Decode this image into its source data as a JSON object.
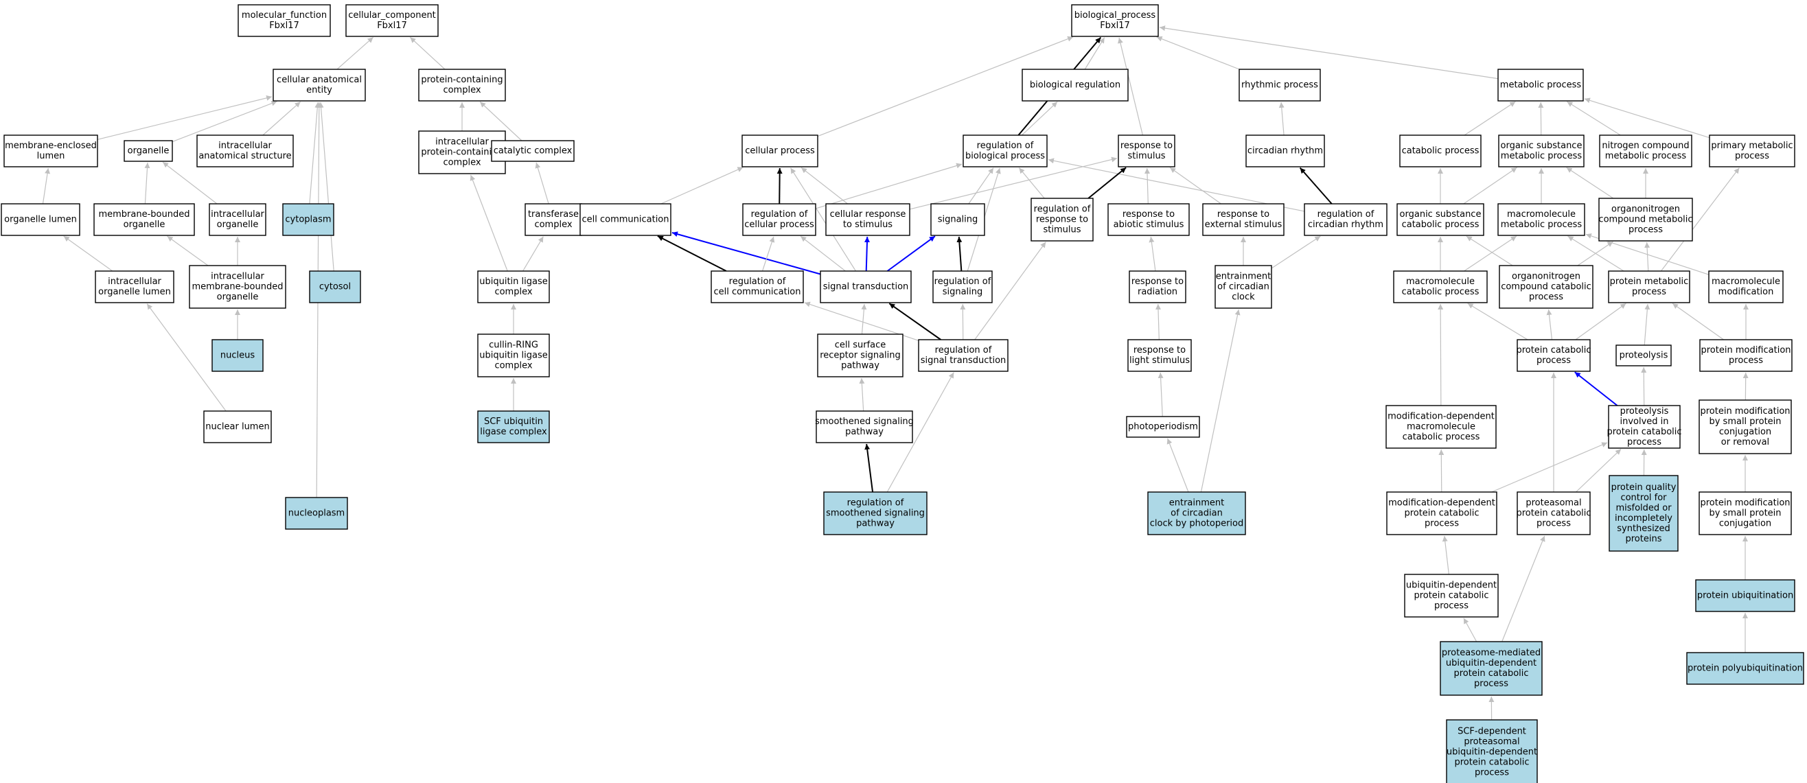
{
  "colors": {
    "node_fill": "#ffffff",
    "highlight_fill": "#add8e6",
    "edge_gray": "#c0c0c0",
    "edge_black": "#000000",
    "edge_blue": "#0000ff"
  },
  "nodes": [
    {
      "id": "mf",
      "lines": [
        "molecular_function",
        "Fbxl17"
      ],
      "hl": false
    },
    {
      "id": "cc",
      "lines": [
        "cellular_component",
        "Fbxl17"
      ],
      "hl": false
    },
    {
      "id": "bp",
      "lines": [
        "biological_process",
        "Fbxl17"
      ],
      "hl": false
    },
    {
      "id": "cae",
      "lines": [
        "cellular anatomical",
        "entity"
      ],
      "hl": false
    },
    {
      "id": "pcc",
      "lines": [
        "protein-containing",
        "complex"
      ],
      "hl": false
    },
    {
      "id": "mel",
      "lines": [
        "membrane-enclosed",
        "lumen"
      ],
      "hl": false
    },
    {
      "id": "organelle",
      "lines": [
        "organelle"
      ],
      "hl": false
    },
    {
      "id": "ias",
      "lines": [
        "intracellular",
        "anatomical structure"
      ],
      "hl": false
    },
    {
      "id": "ipcc",
      "lines": [
        "intracellular",
        "protein-containing",
        "complex"
      ],
      "hl": false
    },
    {
      "id": "catc",
      "lines": [
        "catalytic complex"
      ],
      "hl": false
    },
    {
      "id": "ol",
      "lines": [
        "organelle lumen"
      ],
      "hl": false
    },
    {
      "id": "mbo",
      "lines": [
        "membrane-bounded",
        "organelle"
      ],
      "hl": false
    },
    {
      "id": "io",
      "lines": [
        "intracellular",
        "organelle"
      ],
      "hl": false
    },
    {
      "id": "cytoplasm",
      "lines": [
        "cytoplasm"
      ],
      "hl": true
    },
    {
      "id": "tc",
      "lines": [
        "transferase",
        "complex"
      ],
      "hl": false
    },
    {
      "id": "iol",
      "lines": [
        "intracellular",
        "organelle lumen"
      ],
      "hl": false
    },
    {
      "id": "imbo",
      "lines": [
        "intracellular",
        "membrane-bounded",
        "organelle"
      ],
      "hl": false
    },
    {
      "id": "cytosol",
      "lines": [
        "cytosol"
      ],
      "hl": true
    },
    {
      "id": "ulc",
      "lines": [
        "ubiquitin ligase",
        "complex"
      ],
      "hl": false
    },
    {
      "id": "nucleus",
      "lines": [
        "nucleus"
      ],
      "hl": true
    },
    {
      "id": "crulc",
      "lines": [
        "cullin-RING",
        "ubiquitin ligase",
        "complex"
      ],
      "hl": false
    },
    {
      "id": "nl",
      "lines": [
        "nuclear lumen"
      ],
      "hl": false
    },
    {
      "id": "scf",
      "lines": [
        "SCF ubiquitin",
        "ligase complex"
      ],
      "hl": true
    },
    {
      "id": "np",
      "lines": [
        "nucleoplasm"
      ],
      "hl": true
    },
    {
      "id": "br",
      "lines": [
        "biological regulation"
      ],
      "hl": false
    },
    {
      "id": "rp",
      "lines": [
        "rhythmic process"
      ],
      "hl": false
    },
    {
      "id": "mp",
      "lines": [
        "metabolic process"
      ],
      "hl": false
    },
    {
      "id": "cp",
      "lines": [
        "cellular process"
      ],
      "hl": false
    },
    {
      "id": "rbp",
      "lines": [
        "regulation of",
        "biological process"
      ],
      "hl": false
    },
    {
      "id": "rts",
      "lines": [
        "response to",
        "stimulus"
      ],
      "hl": false
    },
    {
      "id": "cr",
      "lines": [
        "circadian rhythm"
      ],
      "hl": false
    },
    {
      "id": "catp",
      "lines": [
        "catabolic process"
      ],
      "hl": false
    },
    {
      "id": "osmp",
      "lines": [
        "organic substance",
        "metabolic process"
      ],
      "hl": false
    },
    {
      "id": "ncmp",
      "lines": [
        "nitrogen compound",
        "metabolic process"
      ],
      "hl": false
    },
    {
      "id": "pmp",
      "lines": [
        "primary metabolic",
        "process"
      ],
      "hl": false
    },
    {
      "id": "cc2",
      "lines": [
        "cell communication"
      ],
      "hl": false
    },
    {
      "id": "rcp",
      "lines": [
        "regulation of",
        "cellular process"
      ],
      "hl": false
    },
    {
      "id": "crs",
      "lines": [
        "cellular response",
        "to stimulus"
      ],
      "hl": false
    },
    {
      "id": "sig",
      "lines": [
        "signaling"
      ],
      "hl": false
    },
    {
      "id": "rrs",
      "lines": [
        "regulation of",
        "response to",
        "stimulus"
      ],
      "hl": false
    },
    {
      "id": "ras",
      "lines": [
        "response to",
        "abiotic stimulus"
      ],
      "hl": false
    },
    {
      "id": "res",
      "lines": [
        "response to",
        "external stimulus"
      ],
      "hl": false
    },
    {
      "id": "rcr",
      "lines": [
        "regulation of",
        "circadian rhythm"
      ],
      "hl": false
    },
    {
      "id": "oscp",
      "lines": [
        "organic substance",
        "catabolic process"
      ],
      "hl": false
    },
    {
      "id": "mmp",
      "lines": [
        "macromolecule",
        "metabolic process"
      ],
      "hl": false
    },
    {
      "id": "onmp",
      "lines": [
        "organonitrogen",
        "compound metabolic",
        "process"
      ],
      "hl": false
    },
    {
      "id": "rcc",
      "lines": [
        "regulation of",
        "cell communication"
      ],
      "hl": false
    },
    {
      "id": "st",
      "lines": [
        "signal transduction"
      ],
      "hl": false
    },
    {
      "id": "rsig",
      "lines": [
        "regulation of",
        "signaling"
      ],
      "hl": false
    },
    {
      "id": "rtr",
      "lines": [
        "response to",
        "radiation"
      ],
      "hl": false
    },
    {
      "id": "ecc",
      "lines": [
        "entrainment",
        "of circadian",
        "clock"
      ],
      "hl": false
    },
    {
      "id": "mcp",
      "lines": [
        "macromolecule",
        "catabolic process"
      ],
      "hl": false
    },
    {
      "id": "occp",
      "lines": [
        "organonitrogen",
        "compound catabolic",
        "process"
      ],
      "hl": false
    },
    {
      "id": "protmp",
      "lines": [
        "protein metabolic",
        "process"
      ],
      "hl": false
    },
    {
      "id": "mm",
      "lines": [
        "macromolecule",
        "modification"
      ],
      "hl": false
    },
    {
      "id": "csrsp",
      "lines": [
        "cell surface",
        "receptor signaling",
        "pathway"
      ],
      "hl": false
    },
    {
      "id": "rst",
      "lines": [
        "regulation of",
        "signal transduction"
      ],
      "hl": false
    },
    {
      "id": "rtls",
      "lines": [
        "response to",
        "light stimulus"
      ],
      "hl": false
    },
    {
      "id": "pcp",
      "lines": [
        "protein catabolic",
        "process"
      ],
      "hl": false
    },
    {
      "id": "proteolysis",
      "lines": [
        "proteolysis"
      ],
      "hl": false
    },
    {
      "id": "pmodp",
      "lines": [
        "protein modification",
        "process"
      ],
      "hl": false
    },
    {
      "id": "ssp",
      "lines": [
        "smoothened signaling",
        "pathway"
      ],
      "hl": false
    },
    {
      "id": "photo",
      "lines": [
        "photoperiodism"
      ],
      "hl": false
    },
    {
      "id": "mdmcp",
      "lines": [
        "modification-dependent",
        "macromolecule",
        "catabolic process"
      ],
      "hl": false
    },
    {
      "id": "pipcp",
      "lines": [
        "proteolysis",
        "involved in",
        "protein catabolic",
        "process"
      ],
      "hl": false
    },
    {
      "id": "pmsp",
      "lines": [
        "protein modification",
        "by small protein",
        "conjugation",
        "or removal"
      ],
      "hl": false
    },
    {
      "id": "rssp",
      "lines": [
        "regulation of",
        "smoothened signaling",
        "pathway"
      ],
      "hl": true
    },
    {
      "id": "eccp",
      "lines": [
        "entrainment",
        "of circadian",
        "clock by photoperiod"
      ],
      "hl": true
    },
    {
      "id": "mdpcp",
      "lines": [
        "modification-dependent",
        "protein catabolic",
        "process"
      ],
      "hl": false
    },
    {
      "id": "ppcp",
      "lines": [
        "proteasomal",
        "protein catabolic",
        "process"
      ],
      "hl": false
    },
    {
      "id": "pqc",
      "lines": [
        "protein quality",
        "control for",
        "misfolded or",
        "incompletely",
        "synthesized",
        "proteins"
      ],
      "hl": true
    },
    {
      "id": "pmspc",
      "lines": [
        "protein modification",
        "by small protein",
        "conjugation"
      ],
      "hl": false
    },
    {
      "id": "udpcp",
      "lines": [
        "ubiquitin-dependent",
        "protein catabolic",
        "process"
      ],
      "hl": false
    },
    {
      "id": "pu",
      "lines": [
        "protein ubiquitination"
      ],
      "hl": true
    },
    {
      "id": "pmudp",
      "lines": [
        "proteasome-mediated",
        "ubiquitin-dependent",
        "protein catabolic",
        "process"
      ],
      "hl": true
    },
    {
      "id": "ppu",
      "lines": [
        "protein polyubiquitination"
      ],
      "hl": true
    },
    {
      "id": "scfd",
      "lines": [
        "SCF-dependent",
        "proteasomal",
        "ubiquitin-dependent",
        "protein catabolic",
        "process"
      ],
      "hl": true
    }
  ],
  "edges": [
    {
      "from": "cae",
      "to": "cc",
      "c": "g"
    },
    {
      "from": "pcc",
      "to": "cc",
      "c": "g"
    },
    {
      "from": "mel",
      "to": "cae",
      "c": "g"
    },
    {
      "from": "organelle",
      "to": "cae",
      "c": "g"
    },
    {
      "from": "ias",
      "to": "cae",
      "c": "g"
    },
    {
      "from": "cytoplasm",
      "to": "cae",
      "c": "g"
    },
    {
      "from": "cytosol",
      "to": "cae",
      "c": "g"
    },
    {
      "from": "np",
      "to": "cae",
      "c": "g"
    },
    {
      "from": "ol",
      "to": "mel",
      "c": "g"
    },
    {
      "from": "ol",
      "to": "organelle",
      "c": "b"
    },
    {
      "from": "mbo",
      "to": "organelle",
      "c": "g"
    },
    {
      "from": "io",
      "to": "organelle",
      "c": "g"
    },
    {
      "from": "io",
      "to": "ias",
      "c": "b"
    },
    {
      "from": "cytoplasm",
      "to": "ias",
      "c": "b"
    },
    {
      "from": "iol",
      "to": "ol",
      "c": "g"
    },
    {
      "from": "iol",
      "to": "io",
      "c": "b"
    },
    {
      "from": "imbo",
      "to": "mbo",
      "c": "g"
    },
    {
      "from": "imbo",
      "to": "io",
      "c": "g"
    },
    {
      "from": "cytosol",
      "to": "cytoplasm",
      "c": "b"
    },
    {
      "from": "nucleus",
      "to": "imbo",
      "c": "g"
    },
    {
      "from": "nl",
      "to": "nucleus",
      "c": "b"
    },
    {
      "from": "nl",
      "to": "iol",
      "c": "g"
    },
    {
      "from": "np",
      "to": "nl",
      "c": "b"
    },
    {
      "from": "ipcc",
      "to": "pcc",
      "c": "g"
    },
    {
      "from": "catc",
      "to": "pcc",
      "c": "g"
    },
    {
      "from": "tc",
      "to": "catc",
      "c": "g"
    },
    {
      "from": "ulc",
      "to": "ipcc",
      "c": "g"
    },
    {
      "from": "ulc",
      "to": "tc",
      "c": "g"
    },
    {
      "from": "crulc",
      "to": "ulc",
      "c": "g"
    },
    {
      "from": "scf",
      "to": "crulc",
      "c": "g"
    },
    {
      "from": "br",
      "to": "bp",
      "c": "g"
    },
    {
      "from": "rp",
      "to": "bp",
      "c": "g"
    },
    {
      "from": "mp",
      "to": "bp",
      "c": "g"
    },
    {
      "from": "cp",
      "to": "bp",
      "c": "g"
    },
    {
      "from": "rbp",
      "to": "bp",
      "c": "k"
    },
    {
      "from": "rts",
      "to": "bp",
      "c": "g"
    },
    {
      "from": "rbp",
      "to": "br",
      "c": "g"
    },
    {
      "from": "cr",
      "to": "rp",
      "c": "g"
    },
    {
      "from": "catp",
      "to": "mp",
      "c": "g"
    },
    {
      "from": "osmp",
      "to": "mp",
      "c": "g"
    },
    {
      "from": "ncmp",
      "to": "mp",
      "c": "g"
    },
    {
      "from": "pmp",
      "to": "mp",
      "c": "g"
    },
    {
      "from": "cc2",
      "to": "cp",
      "c": "g"
    },
    {
      "from": "rcp",
      "to": "cp",
      "c": "k"
    },
    {
      "from": "crs",
      "to": "cp",
      "c": "g"
    },
    {
      "from": "st",
      "to": "cp",
      "c": "g"
    },
    {
      "from": "rcp",
      "to": "rbp",
      "c": "g"
    },
    {
      "from": "sig",
      "to": "rbp",
      "c": "g"
    },
    {
      "from": "rrs",
      "to": "rbp",
      "c": "g"
    },
    {
      "from": "rcr",
      "to": "rbp",
      "c": "g"
    },
    {
      "from": "rsig",
      "to": "rbp",
      "c": "g"
    },
    {
      "from": "crs",
      "to": "rts",
      "c": "g"
    },
    {
      "from": "rrs",
      "to": "rts",
      "c": "k"
    },
    {
      "from": "ras",
      "to": "rts",
      "c": "g"
    },
    {
      "from": "res",
      "to": "rts",
      "c": "g"
    },
    {
      "from": "rcr",
      "to": "cr",
      "c": "k"
    },
    {
      "from": "oscp",
      "to": "catp",
      "c": "g"
    },
    {
      "from": "oscp",
      "to": "osmp",
      "c": "g"
    },
    {
      "from": "mmp",
      "to": "osmp",
      "c": "g"
    },
    {
      "from": "onmp",
      "to": "osmp",
      "c": "g"
    },
    {
      "from": "onmp",
      "to": "ncmp",
      "c": "g"
    },
    {
      "from": "protmp",
      "to": "pmp",
      "c": "g"
    },
    {
      "from": "rcc",
      "to": "cc2",
      "c": "k"
    },
    {
      "from": "st",
      "to": "cc2",
      "c": "u"
    },
    {
      "from": "rcc",
      "to": "rcp",
      "c": "g"
    },
    {
      "from": "st",
      "to": "rcp",
      "c": "g"
    },
    {
      "from": "st",
      "to": "crs",
      "c": "u"
    },
    {
      "from": "st",
      "to": "sig",
      "c": "u"
    },
    {
      "from": "rsig",
      "to": "sig",
      "c": "k"
    },
    {
      "from": "rst",
      "to": "rrs",
      "c": "g"
    },
    {
      "from": "rtr",
      "to": "ras",
      "c": "g"
    },
    {
      "from": "ecc",
      "to": "res",
      "c": "g"
    },
    {
      "from": "ecc",
      "to": "rcr",
      "c": "g"
    },
    {
      "from": "mcp",
      "to": "oscp",
      "c": "g"
    },
    {
      "from": "mcp",
      "to": "mmp",
      "c": "g"
    },
    {
      "from": "occp",
      "to": "oscp",
      "c": "g"
    },
    {
      "from": "occp",
      "to": "onmp",
      "c": "g"
    },
    {
      "from": "protmp",
      "to": "mmp",
      "c": "g"
    },
    {
      "from": "protmp",
      "to": "onmp",
      "c": "g"
    },
    {
      "from": "mm",
      "to": "mmp",
      "c": "g"
    },
    {
      "from": "csrsp",
      "to": "st",
      "c": "g"
    },
    {
      "from": "rst",
      "to": "st",
      "c": "k"
    },
    {
      "from": "rst",
      "to": "rcc",
      "c": "g"
    },
    {
      "from": "rst",
      "to": "rsig",
      "c": "g"
    },
    {
      "from": "rtls",
      "to": "rtr",
      "c": "g"
    },
    {
      "from": "pcp",
      "to": "mcp",
      "c": "g"
    },
    {
      "from": "pcp",
      "to": "occp",
      "c": "g"
    },
    {
      "from": "pcp",
      "to": "protmp",
      "c": "g"
    },
    {
      "from": "proteolysis",
      "to": "protmp",
      "c": "g"
    },
    {
      "from": "pmodp",
      "to": "protmp",
      "c": "g"
    },
    {
      "from": "pmodp",
      "to": "mm",
      "c": "g"
    },
    {
      "from": "ssp",
      "to": "csrsp",
      "c": "g"
    },
    {
      "from": "photo",
      "to": "rtls",
      "c": "g"
    },
    {
      "from": "mdmcp",
      "to": "mcp",
      "c": "g"
    },
    {
      "from": "pipcp",
      "to": "pcp",
      "c": "u"
    },
    {
      "from": "pipcp",
      "to": "proteolysis",
      "c": "g"
    },
    {
      "from": "pmsp",
      "to": "pmodp",
      "c": "g"
    },
    {
      "from": "rssp",
      "to": "ssp",
      "c": "k"
    },
    {
      "from": "rssp",
      "to": "rst",
      "c": "g"
    },
    {
      "from": "eccp",
      "to": "photo",
      "c": "g"
    },
    {
      "from": "eccp",
      "to": "ecc",
      "c": "g"
    },
    {
      "from": "mdpcp",
      "to": "mdmcp",
      "c": "g"
    },
    {
      "from": "mdpcp",
      "to": "pipcp",
      "c": "g"
    },
    {
      "from": "ppcp",
      "to": "pcp",
      "c": "g"
    },
    {
      "from": "ppcp",
      "to": "pipcp",
      "c": "g"
    },
    {
      "from": "pqc",
      "to": "pipcp",
      "c": "g"
    },
    {
      "from": "pmspc",
      "to": "pmsp",
      "c": "g"
    },
    {
      "from": "udpcp",
      "to": "mdpcp",
      "c": "g"
    },
    {
      "from": "pu",
      "to": "pmspc",
      "c": "g"
    },
    {
      "from": "pmudp",
      "to": "udpcp",
      "c": "g"
    },
    {
      "from": "pmudp",
      "to": "ppcp",
      "c": "g"
    },
    {
      "from": "ppu",
      "to": "pu",
      "c": "g"
    },
    {
      "from": "scfd",
      "to": "pmudp",
      "c": "g"
    }
  ]
}
